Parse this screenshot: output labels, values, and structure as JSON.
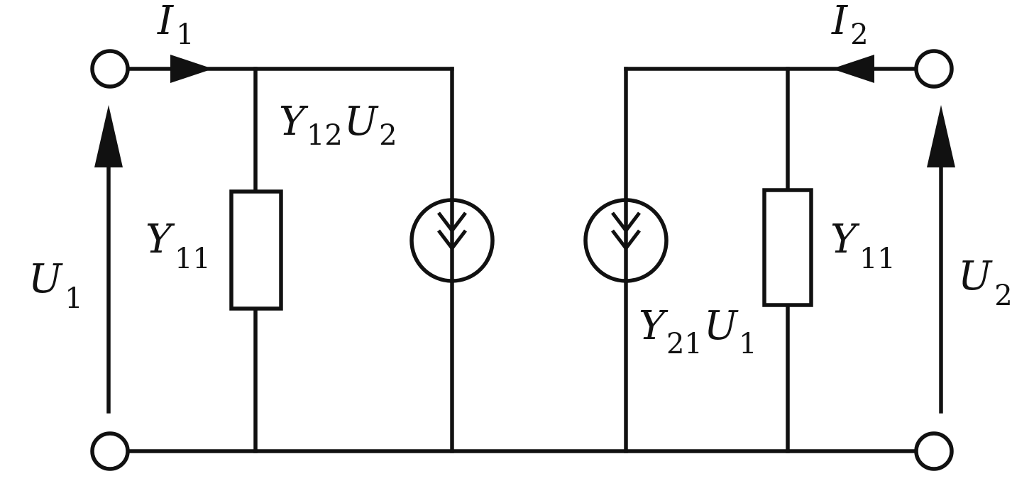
{
  "labels": {
    "i1": {
      "main": "I",
      "sub": "1"
    },
    "i2": {
      "main": "I",
      "sub": "2"
    },
    "u1": {
      "main": "U",
      "sub": "1"
    },
    "u2": {
      "main": "U",
      "sub": "2"
    },
    "y11_left": {
      "main": "Y",
      "sub": "11"
    },
    "y11_right": {
      "main": "Y",
      "sub": "11"
    },
    "y12u2": {
      "main1": "Y",
      "sub1": "12",
      "main2": "U",
      "sub2": "2"
    },
    "y21u1": {
      "main1": "Y",
      "sub1": "21",
      "main2": "U",
      "sub2": "1"
    }
  }
}
